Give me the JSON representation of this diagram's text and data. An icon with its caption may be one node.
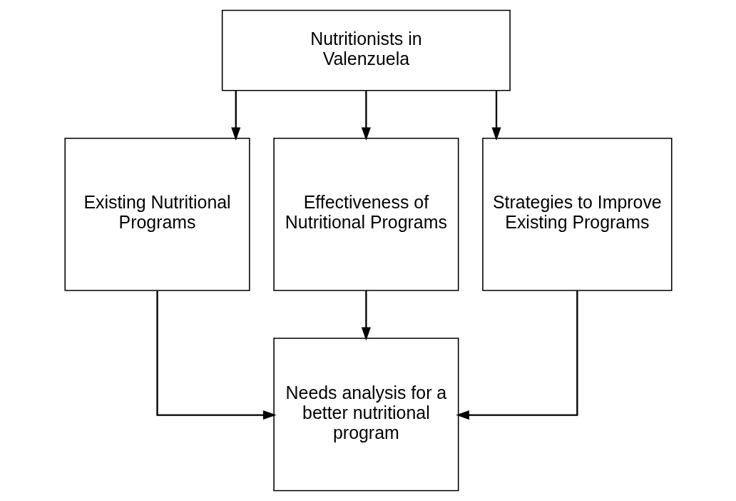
{
  "diagram": {
    "nodes": [
      {
        "text": [
          "Nutritionists in Valenzuela"
        ]
      },
      {
        "text": [
          "Existing Nutritional Programs"
        ]
      },
      {
        "text": [
          "Effectiveness of Nutritional Programs"
        ]
      },
      {
        "text": [
          "Strategies to Improve Existing Programs"
        ]
      },
      {
        "text": [
          "Needs analysis for a better nutritional program"
        ]
      }
    ],
    "edges": [
      {
        "from": 0,
        "to": 1,
        "arrow": "to"
      },
      {
        "from": 0,
        "to": 2,
        "arrow": "to"
      },
      {
        "from": 0,
        "to": 3,
        "arrow": "to"
      },
      {
        "from": 1,
        "to": 4,
        "arrow": "to"
      },
      {
        "from": 2,
        "to": 4,
        "arrow": "to"
      },
      {
        "from": 3,
        "to": 4,
        "arrow": "to"
      }
    ]
  }
}
